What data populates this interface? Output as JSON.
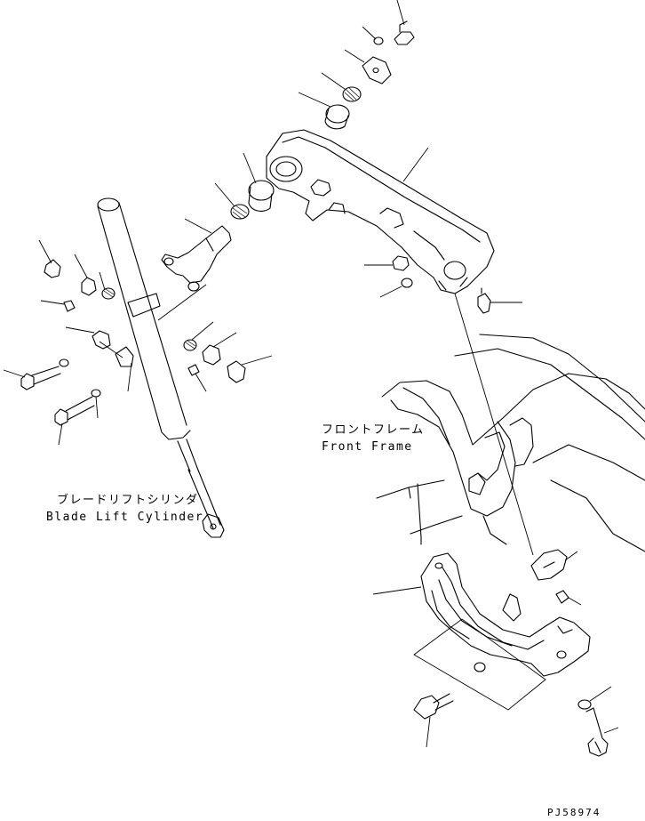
{
  "labels": {
    "front_frame_jp": "フロントフレーム",
    "front_frame_en": "Front Frame",
    "blade_lift_cylinder_jp": "ブレードリフトシリンダ",
    "blade_lift_cylinder_en": "Blade Lift Cylinder",
    "drawing_code": "PJ58974"
  },
  "colors": {
    "line": "#000000",
    "background": "#ffffff"
  }
}
